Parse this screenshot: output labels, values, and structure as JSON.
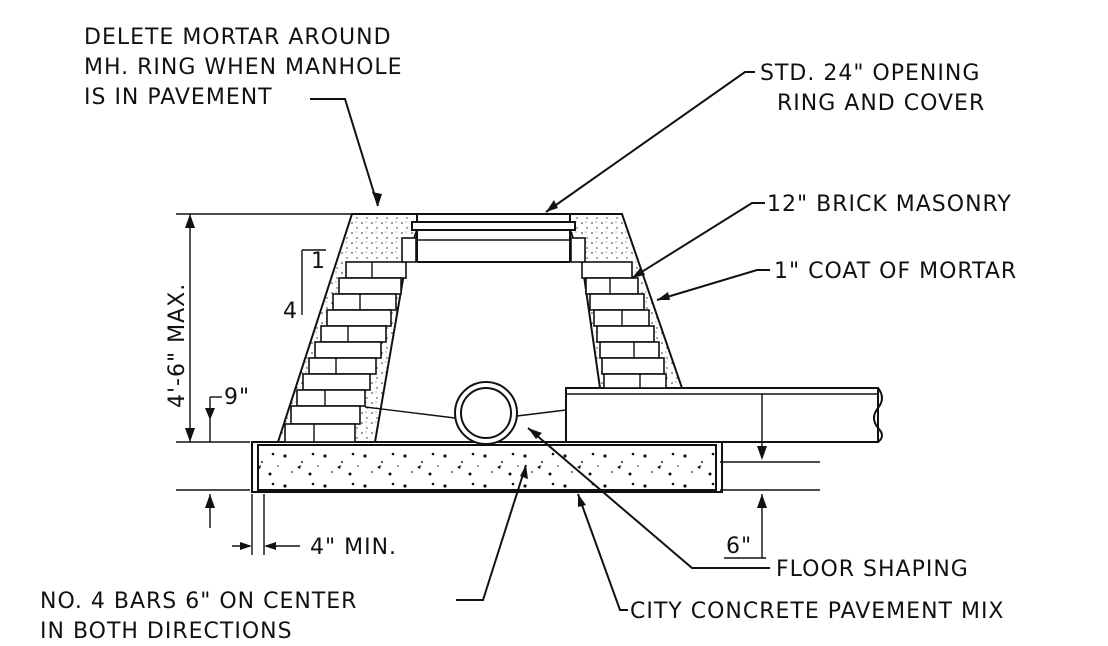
{
  "labels": {
    "delete_mortar": [
      "DELETE MORTAR AROUND",
      "MH. RING WHEN MANHOLE",
      "IS IN PAVEMENT"
    ],
    "ring_cover": [
      "STD. 24\" OPENING",
      "RING AND COVER"
    ],
    "brick_masonry": "12\" BRICK MASONRY",
    "coat_mortar": "1\" COAT OF MORTAR",
    "height_max": "4'-6\" MAX.",
    "slope_rise": "1",
    "slope_run": "4",
    "dim_9": "9\"",
    "dim_4min": "4\" MIN.",
    "dim_6": "6\"",
    "floor_shaping": "FLOOR SHAPING",
    "bars": [
      "NO. 4 BARS 6\" ON CENTER",
      "IN BOTH DIRECTIONS"
    ],
    "concrete_mix": "CITY CONCRETE PAVEMENT MIX"
  }
}
